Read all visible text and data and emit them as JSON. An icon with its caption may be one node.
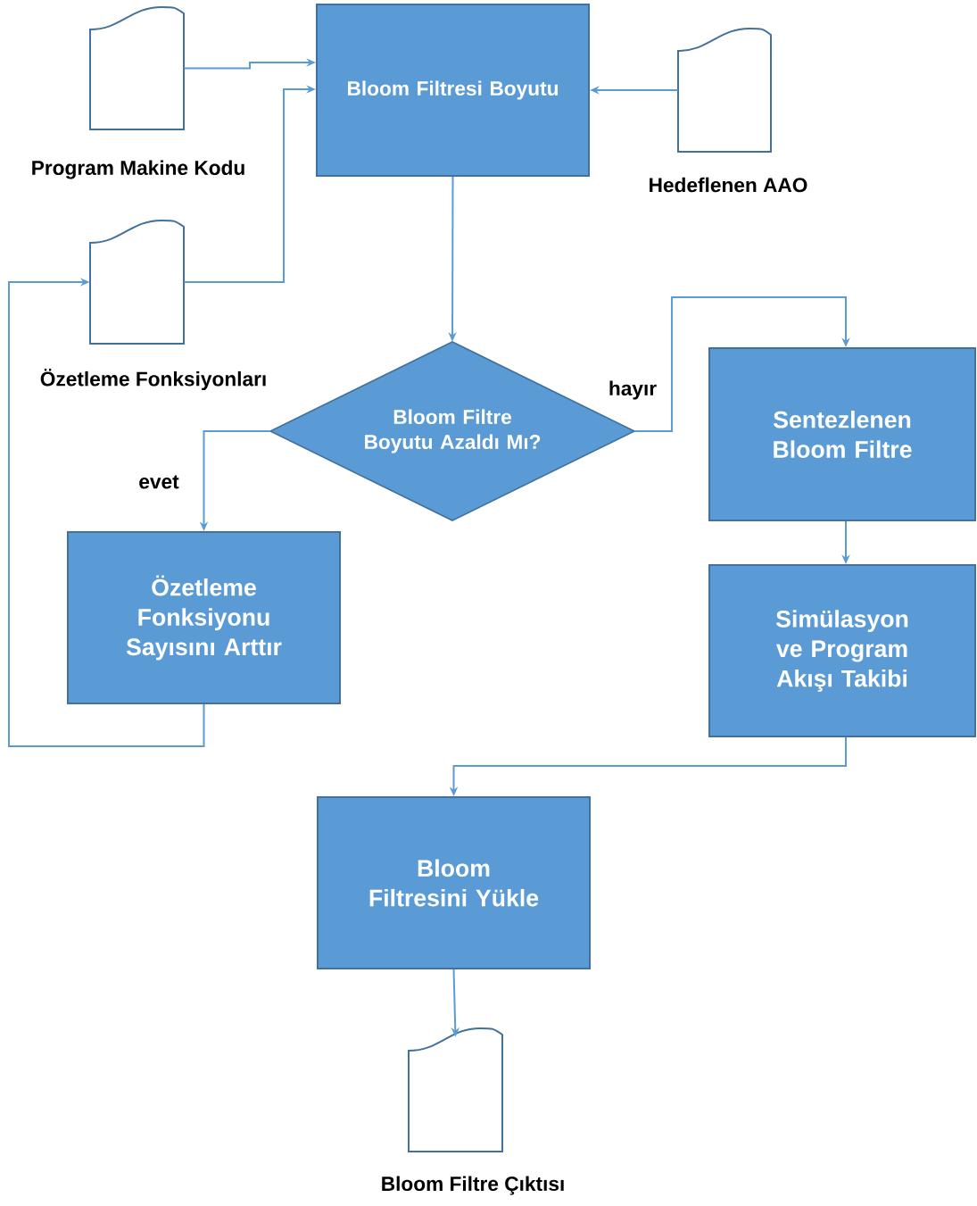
{
  "diagram": {
    "nodes": [
      {
        "text": [
          "Program Makine Kodu"
        ]
      },
      {
        "text": [
          "Bloom Filtresi Boyutu"
        ]
      },
      {
        "text": [
          "Hedeflenen AAO"
        ]
      },
      {
        "text": [
          "Özetleme Fonksiyonları"
        ]
      },
      {
        "text": [
          "Bloom Filtre Boyutu Azaldı Mı?"
        ]
      },
      {
        "text": [
          "Özetleme Fonksiyonu Sayısını Arttır"
        ]
      },
      {
        "text": [
          "Sentezlenen Bloom Filtre"
        ]
      },
      {
        "text": [
          "Simülasyon ve Program Akışı Takibi"
        ]
      },
      {
        "text": [
          "Bloom Filtresini Yükle"
        ]
      },
      {
        "text": [
          "Bloom Filtre Çıktısı"
        ]
      }
    ],
    "edges": [
      {
        "from": 0,
        "to": 1,
        "arrow": "to"
      },
      {
        "from": 3,
        "to": 1,
        "arrow": "to"
      },
      {
        "from": 2,
        "to": 1,
        "arrow": "to"
      },
      {
        "from": 1,
        "to": 4,
        "arrow": "to"
      },
      {
        "from": 4,
        "to": 5,
        "arrow": "to",
        "label": "evet"
      },
      {
        "from": 4,
        "to": 6,
        "arrow": "to",
        "label": "hayır"
      },
      {
        "from": 5,
        "to": 3,
        "arrow": "to"
      },
      {
        "from": 6,
        "to": 7,
        "arrow": "to"
      },
      {
        "from": 7,
        "to": 8,
        "arrow": "to"
      },
      {
        "from": 8,
        "to": 9,
        "arrow": "to"
      }
    ]
  }
}
